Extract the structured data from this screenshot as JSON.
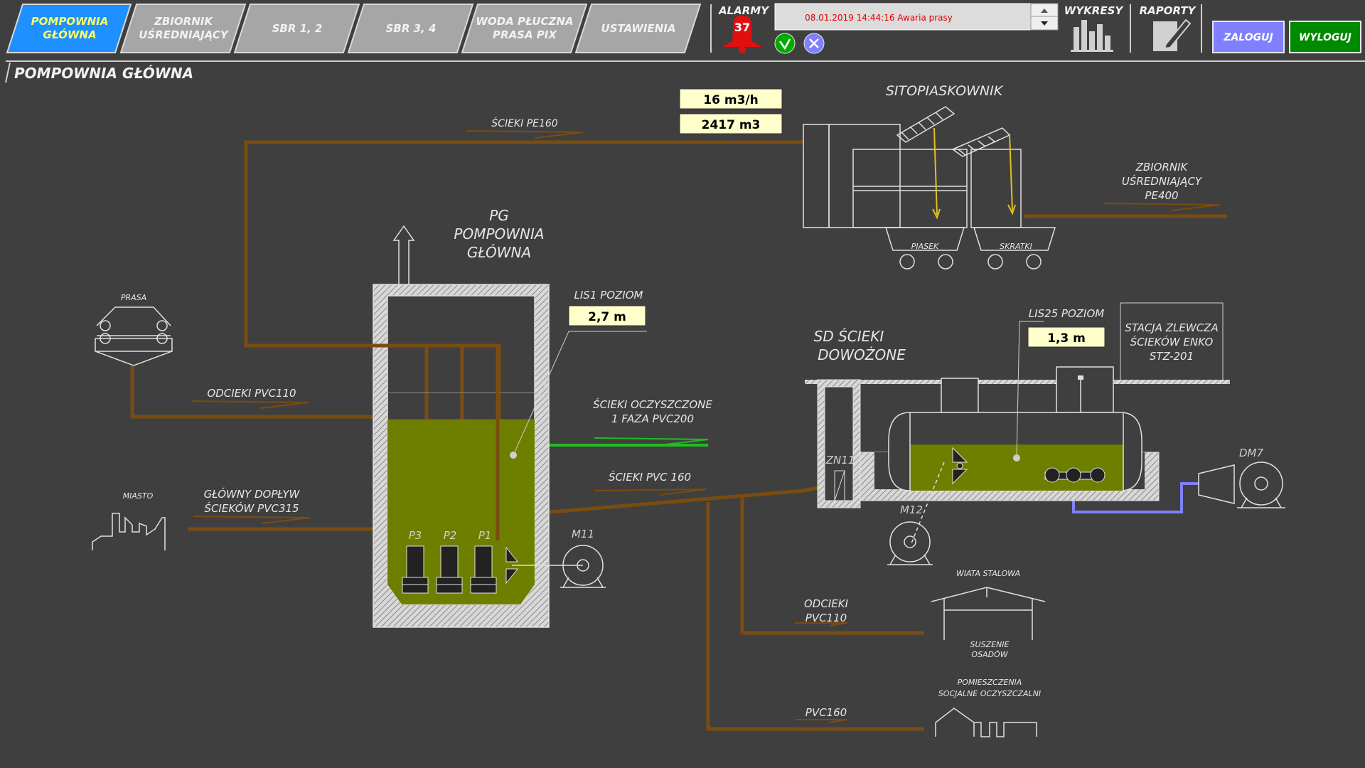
{
  "nav": {
    "tabs": [
      {
        "line1": "POMPOWNIA",
        "line2": "GŁÓWNA",
        "active": true
      },
      {
        "line1": "ZBIORNIK",
        "line2": "UŚREDNIAJĄCY",
        "active": false
      },
      {
        "line1": "SBR 1, 2",
        "line2": "",
        "active": false
      },
      {
        "line1": "SBR 3, 4",
        "line2": "",
        "active": false
      },
      {
        "line1": "WODA PŁUCZNA",
        "line2": "PRASA PIX",
        "active": false
      },
      {
        "line1": "USTAWIENIA",
        "line2": "",
        "active": false
      }
    ]
  },
  "alarms": {
    "label": "ALARMY",
    "count": "37",
    "message": "08.01.2019 14:44:16 Awaria prasy",
    "ack_icon": "check-circle-icon",
    "clear_icon": "x-circle-icon"
  },
  "tools": {
    "charts_label": "WYKRESY",
    "reports_label": "RAPORTY"
  },
  "auth": {
    "login_label": "ZALOGUJ",
    "logout_label": "WYLOGUJ"
  },
  "page": {
    "title": "POMPOWNIA GŁÓWNA"
  },
  "values": {
    "flow": "16 m3/h",
    "total": "2417 m3",
    "lis1_label": "LIS1 POZIOM",
    "lis1": "2,7 m",
    "lis25_label": "LIS25 POZIOM",
    "lis25": "1,3 m"
  },
  "labels": {
    "pipe_pe160": "ŚCIEKI PE160",
    "sitopiaskownik": "SITOPIASKOWNIK",
    "zbiornik_l1": "ZBIORNIK",
    "zbiornik_l2": "UŚREDNIAJĄCY",
    "zbiornik_l3": "PE400",
    "piasek": "PIASEK",
    "skratki": "SKRATKI",
    "pg_l1": "PG",
    "pg_l2": "POMPOWNIA",
    "pg_l3": "GŁÓWNA",
    "prasa": "PRASA",
    "odcieki_pvc110": "ODCIEKI PVC110",
    "oczyszczone_l1": "ŚCIEKI OCZYSZCZONE",
    "oczyszczone_l2": "1 FAZA PVC200",
    "sd_l1": "SD ŚCIEKI",
    "sd_l2": "DOWOŻONE",
    "stacja_l1": "STACJA ZLEWCZA",
    "stacja_l2": "ŚCIEKÓW ENKO",
    "stacja_l3": "STZ-201",
    "miasto": "MIASTO",
    "doplyw_l1": "GŁÓWNY DOPŁYW",
    "doplyw_l2": "ŚCIEKÓW  PVC315",
    "scieki_pvc160": "ŚCIEKI PVC 160",
    "zn11": "ZN11",
    "dm7": "DM7",
    "m11": "M11",
    "m12": "M12",
    "p1": "P1",
    "p2": "P2",
    "p3": "P3",
    "odcieki2_l1": "ODCIEKI",
    "odcieki2_l2": "PVC110",
    "wiata": "WIATA STALOWA",
    "suszenie_l1": "SUSZENIE",
    "suszenie_l2": "OSADÓW",
    "pvc160": "PVC160",
    "socjalne_l1": "POMIESZCZENIA",
    "socjalne_l2": "SOCJALNE OCZYSZCZALNI"
  },
  "levels": {
    "pg_fill_fraction": 0.6,
    "sd_fill_fraction": 0.6
  },
  "colors": {
    "background": "#3f3f3f",
    "tab_active": "#1e90ff",
    "tab_inactive": "#a6a6a6",
    "pipe": "#7a4c10",
    "pipe_clean": "#22bb22",
    "pipe_blue": "#8080ff",
    "liquid": "#6e7f00",
    "alarm_red": "#e01010",
    "login": "#8080ff",
    "logout": "#008a00"
  }
}
